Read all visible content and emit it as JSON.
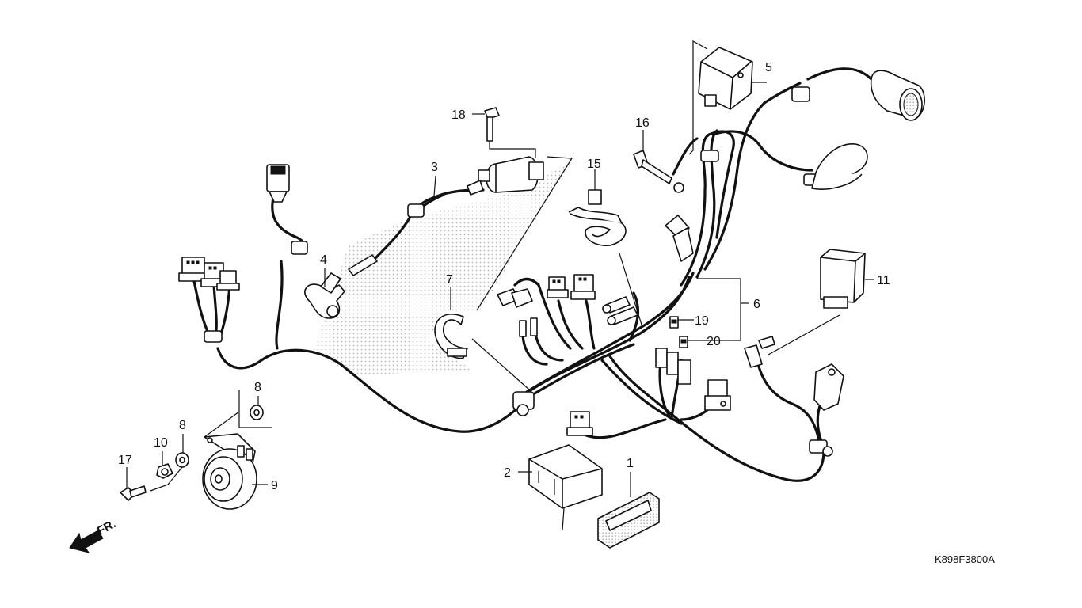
{
  "diagram_code": "K898F3800A",
  "front_label": "FR.",
  "callouts": [
    "1",
    "2",
    "3",
    "4",
    "5",
    "6",
    "7",
    "8",
    "8",
    "9",
    "10",
    "11",
    "15",
    "16",
    "17",
    "18",
    "19",
    "20"
  ],
  "colors": {
    "line": "#111111",
    "background": "#ffffff",
    "shading": "#bbbbbb"
  }
}
